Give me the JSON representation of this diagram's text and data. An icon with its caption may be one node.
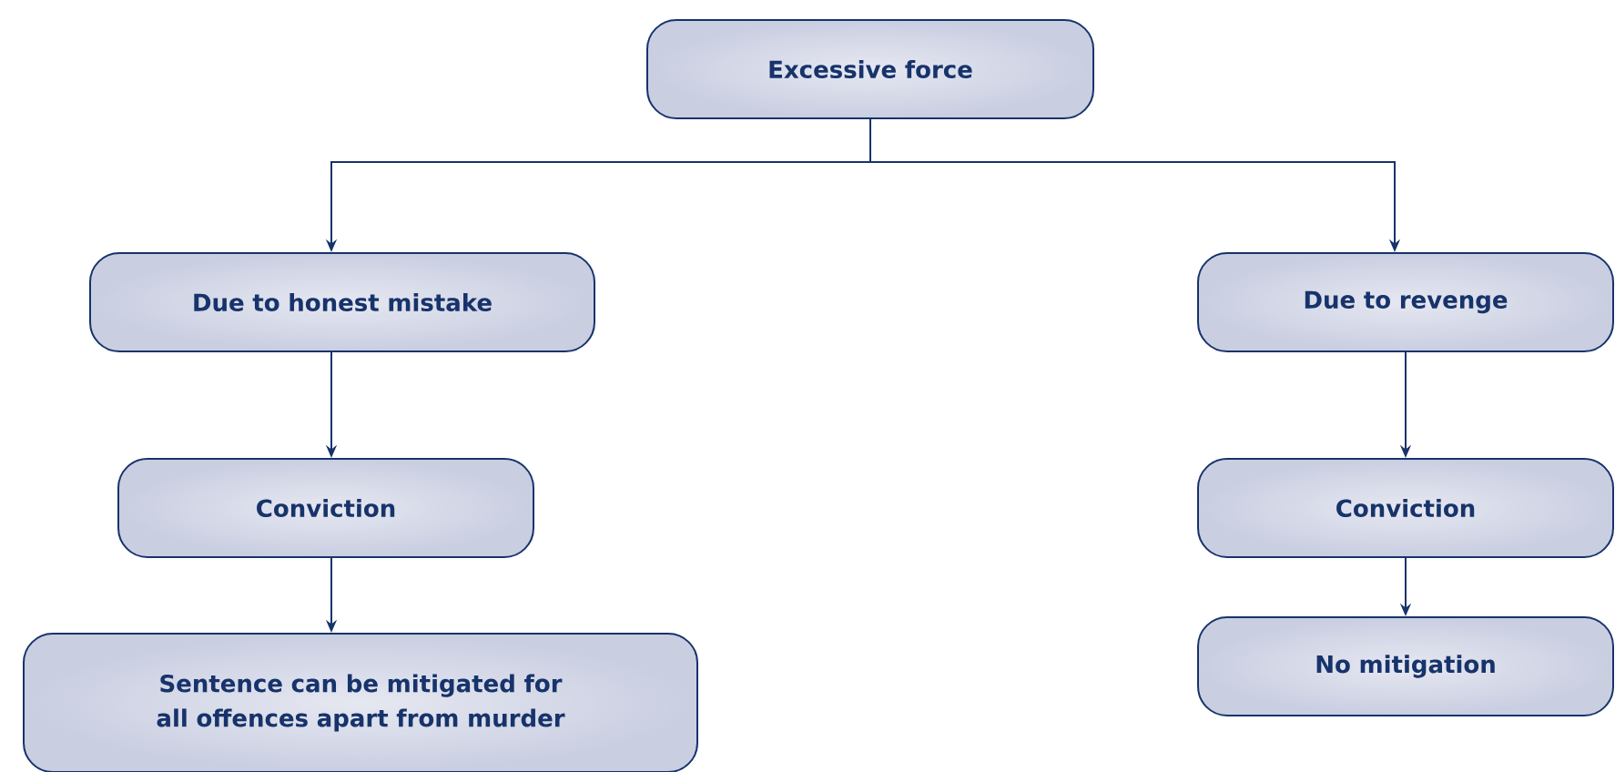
{
  "diagram": {
    "nodes": [
      {
        "text": [
          "Excessive force"
        ]
      },
      {
        "text": [
          "Due to honest mistake"
        ]
      },
      {
        "text": [
          "Due to revenge"
        ]
      },
      {
        "text": [
          "Conviction"
        ]
      },
      {
        "text": [
          "Sentence can be mitigated for all offences apart from murder"
        ]
      },
      {
        "text": [
          "Conviction"
        ]
      },
      {
        "text": [
          "No mitigation"
        ]
      }
    ],
    "edges": [
      {
        "from": 0,
        "to": 1,
        "arrow": "to"
      },
      {
        "from": 0,
        "to": 2,
        "arrow": "to"
      },
      {
        "from": 1,
        "to": 3,
        "arrow": "to"
      },
      {
        "from": 3,
        "to": 4,
        "arrow": "to"
      },
      {
        "from": 2,
        "to": 5,
        "arrow": "to"
      },
      {
        "from": 5,
        "to": 6,
        "arrow": "to"
      }
    ]
  }
}
